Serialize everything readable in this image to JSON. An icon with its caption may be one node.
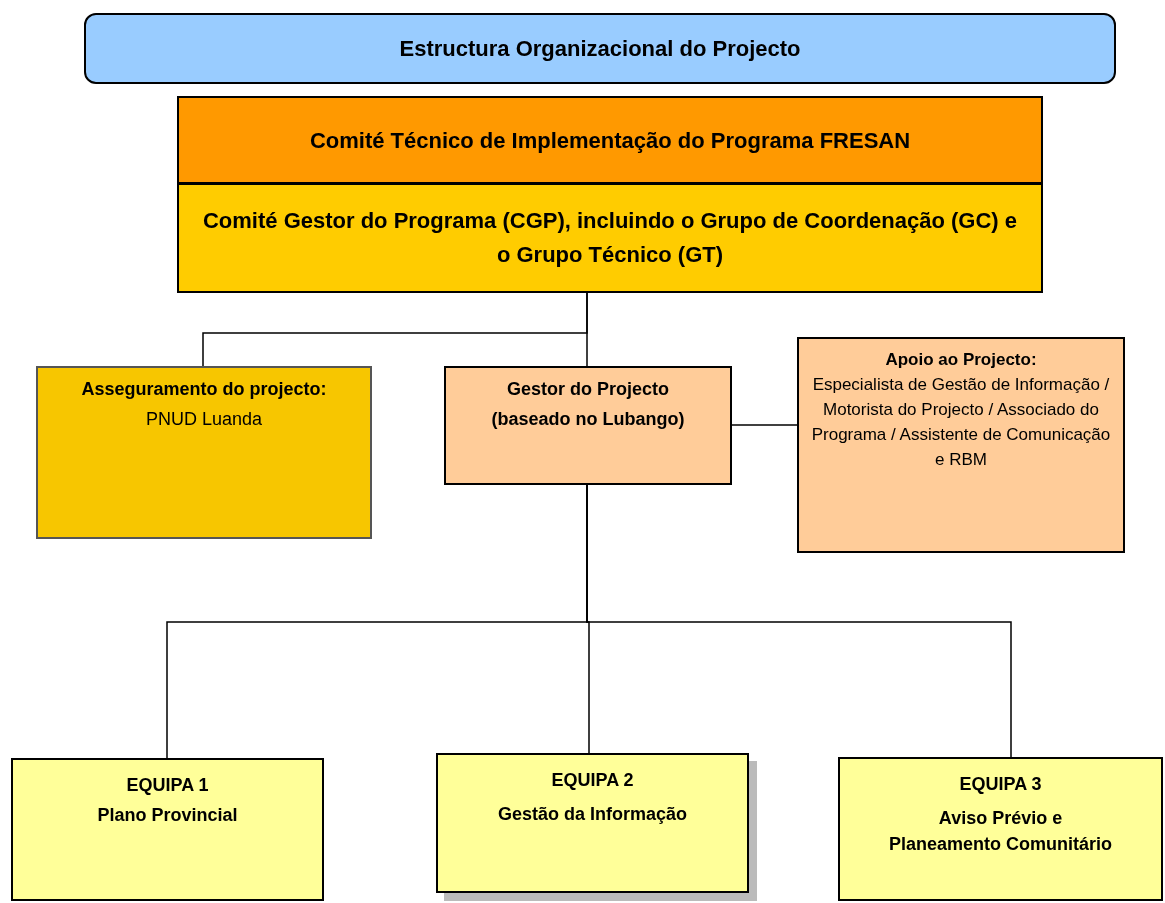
{
  "diagram": {
    "nodes": [
      {
        "text": [
          "Estructura Organizacional do Projecto"
        ]
      },
      {
        "text": [
          "Comité Técnico de Implementação do Programa FRESAN"
        ]
      },
      {
        "text": [
          "Comité Gestor do Programa (CGP), incluindo o Grupo de Coordenação (GC) e o Grupo Técnico (GT)"
        ]
      },
      {
        "text": [
          "Asseguramento do projecto:",
          "PNUD Luanda"
        ]
      },
      {
        "text": [
          "Gestor do Projecto",
          "(baseado no Lubango)"
        ]
      },
      {
        "text": [
          "Apoio ao Projecto:",
          "Especialista de Gestão de Informação / Motorista do Projecto / Associado do Programa / Assistente de Comunicação e RBM"
        ]
      },
      {
        "text": [
          "EQUIPA 1",
          "Plano Provincial"
        ]
      },
      {
        "text": [
          "EQUIPA 2",
          "Gestão da Informação"
        ]
      },
      {
        "text": [
          "EQUIPA 3",
          "Aviso Prévio e Planeamento Comunitário"
        ]
      }
    ],
    "edges": [
      {
        "from": 2,
        "to": 3,
        "arrow": "none"
      },
      {
        "from": 2,
        "to": 4,
        "arrow": "none"
      },
      {
        "from": 4,
        "to": 5,
        "arrow": "none"
      },
      {
        "from": 4,
        "to": 6,
        "arrow": "none"
      },
      {
        "from": 4,
        "to": 7,
        "arrow": "none"
      },
      {
        "from": 4,
        "to": 8,
        "arrow": "none"
      }
    ]
  }
}
